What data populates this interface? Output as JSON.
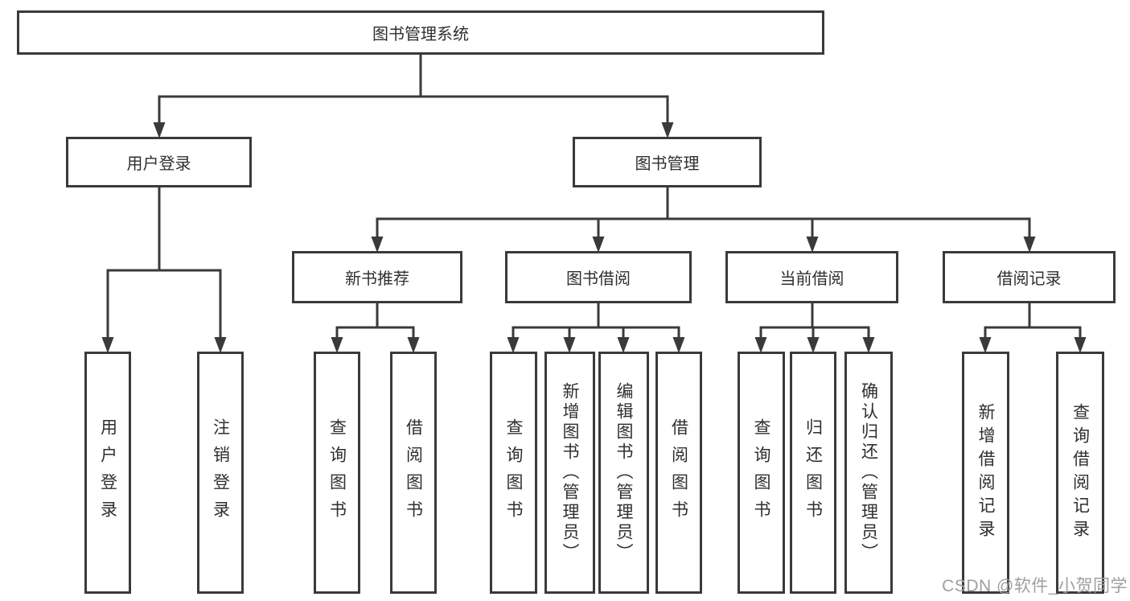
{
  "diagram": {
    "title": "图书管理系统",
    "root": {
      "label": "图书管理系统",
      "children": [
        {
          "label": "用户登录",
          "children": [
            {
              "label": "用户登录"
            },
            {
              "label": "注销登录"
            }
          ]
        },
        {
          "label": "图书管理",
          "children": [
            {
              "label": "新书推荐",
              "children": [
                {
                  "label": "查询图书"
                },
                {
                  "label": "借阅图书"
                }
              ]
            },
            {
              "label": "图书借阅",
              "children": [
                {
                  "label": "查询图书"
                },
                {
                  "label": "新增图书（管理员）"
                },
                {
                  "label": "编辑图书（管理员）"
                },
                {
                  "label": "借阅图书"
                }
              ]
            },
            {
              "label": "当前借阅",
              "children": [
                {
                  "label": "查询图书"
                },
                {
                  "label": "归还图书"
                },
                {
                  "label": "确认归还（管理员）"
                }
              ]
            },
            {
              "label": "借阅记录",
              "children": [
                {
                  "label": "新增借阅记录"
                },
                {
                  "label": "查询借阅记录"
                }
              ]
            }
          ]
        }
      ]
    },
    "colors": {
      "line": "#3a3a3a",
      "text": "#2f2f2f",
      "background": "#ffffff",
      "watermark": "#9f9f9f"
    }
  },
  "watermark": {
    "text": "CSDN @软件_小贺同学"
  }
}
